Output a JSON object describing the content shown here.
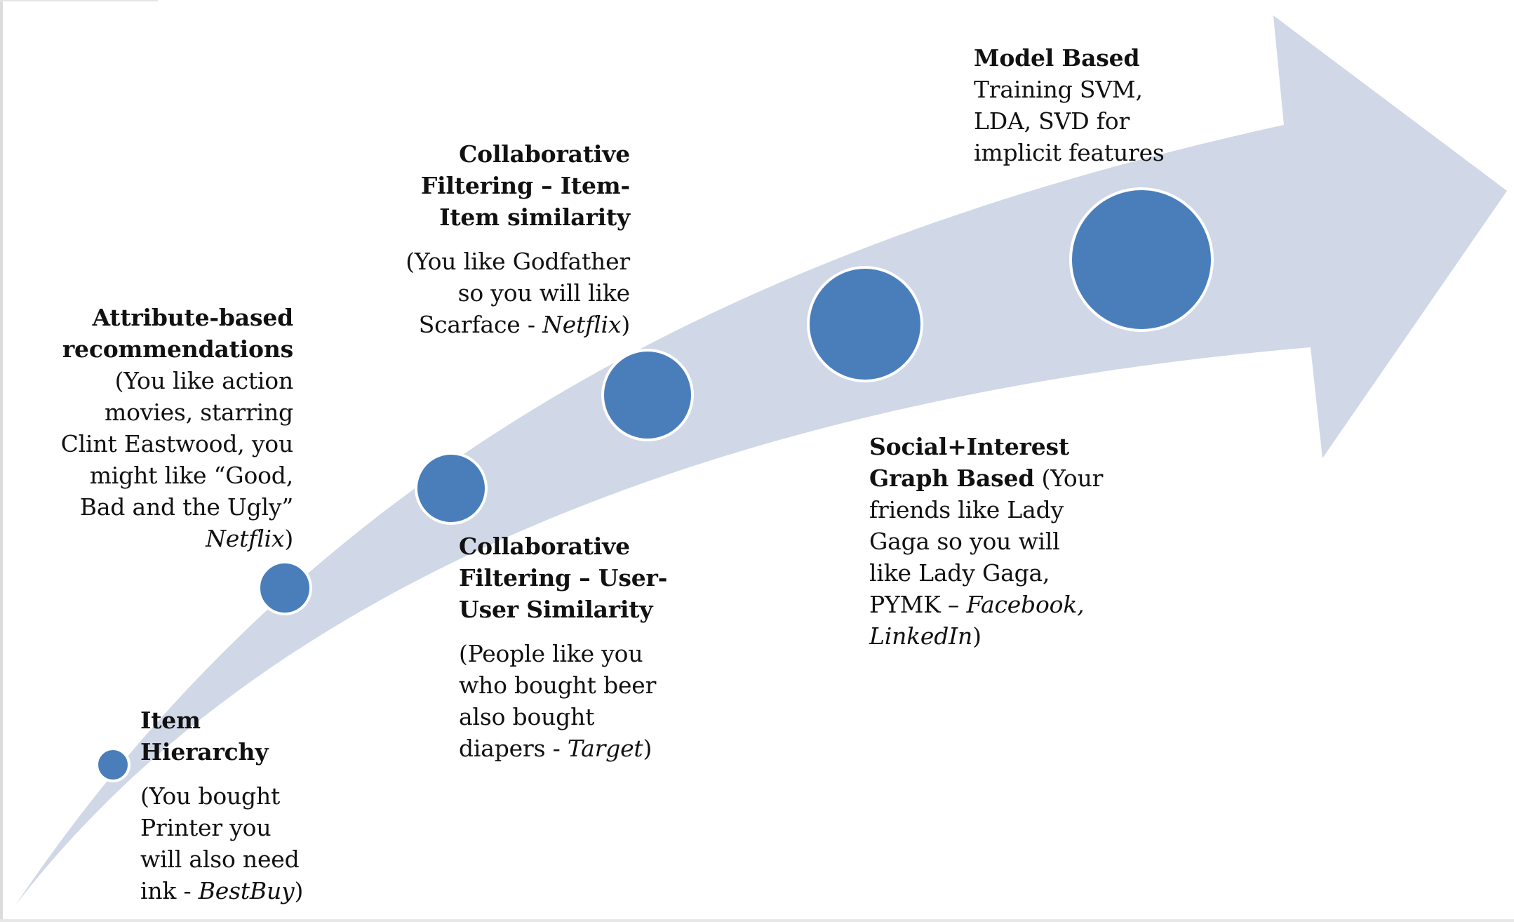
{
  "colors": {
    "arrow": "#d0d7e6",
    "circle": "#4a7ebb",
    "circle_outline": "#ffffff",
    "text": "#111111"
  },
  "stages": [
    {
      "title": [
        "Item",
        "Hierarchy"
      ],
      "desc": [
        {
          "text": "(You bought"
        },
        {
          "text": "Printer you"
        },
        {
          "text": "will also need"
        },
        {
          "text": "ink - ",
          "ital": "BestBuy",
          "after": ")"
        }
      ]
    },
    {
      "title": [
        "Attribute-based",
        "recommendations"
      ],
      "desc": [
        {
          "text": "(You like action"
        },
        {
          "text": "movies, starring"
        },
        {
          "text": "Clint Eastwood, you"
        },
        {
          "text": "might like “Good,"
        },
        {
          "text": "Bad and the Ugly”"
        },
        {
          "text": "",
          "ital": "Netflix",
          "after": ")"
        }
      ]
    },
    {
      "title": [
        "Collaborative",
        "Filtering – User-",
        "User Similarity"
      ],
      "desc": [
        {
          "text": "(People like you"
        },
        {
          "text": "who bought beer"
        },
        {
          "text": "also bought"
        },
        {
          "text": "diapers - ",
          "ital": "Target",
          "after": ")"
        }
      ]
    },
    {
      "title": [
        "Collaborative",
        "Filtering – Item-",
        "Item similarity"
      ],
      "desc": [
        {
          "text": "(You like Godfather"
        },
        {
          "text": "so you will like"
        },
        {
          "text": "Scarface - ",
          "ital": "Netflix",
          "after": ")"
        }
      ]
    },
    {
      "title": [
        "Social+Interest",
        "Graph Based"
      ],
      "title_tail": " (Your",
      "desc": [
        {
          "text": "friends like Lady"
        },
        {
          "text": "Gaga so you will"
        },
        {
          "text": "like Lady Gaga,"
        },
        {
          "text": "PYMK – ",
          "ital": "Facebook,"
        },
        {
          "text": "",
          "ital": "LinkedIn",
          "after": ")"
        }
      ]
    },
    {
      "title": [
        "Model Based"
      ],
      "desc": [
        {
          "text": "Training SVM,"
        },
        {
          "text": "LDA, SVD for"
        },
        {
          "text": "implicit features"
        }
      ]
    }
  ]
}
